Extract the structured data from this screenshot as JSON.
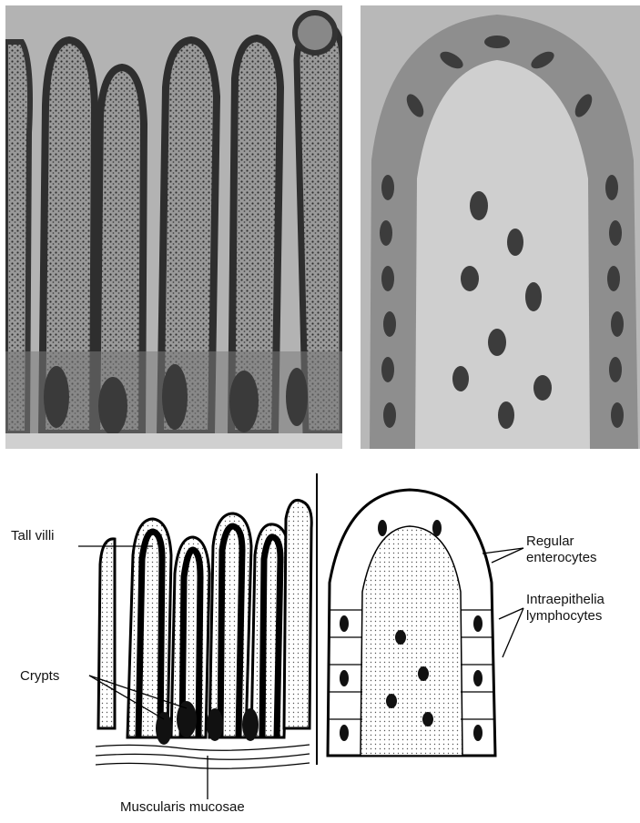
{
  "labels": {
    "tall_villi": "Tall villi",
    "crypts": "Crypts",
    "muscularis_mucosae": "Muscularis mucosae",
    "regular_enterocytes_line1": "Regular",
    "regular_enterocytes_line2": "enterocytes",
    "intraepithelial_line1": "Intraepithelia",
    "intraepithelial_line2": "lymphocytes"
  },
  "colors": {
    "tissue_dark": "#3a3a3a",
    "tissue_mid": "#8a8a8a",
    "photo_background": "#b4b4b4",
    "line": "#000000"
  }
}
